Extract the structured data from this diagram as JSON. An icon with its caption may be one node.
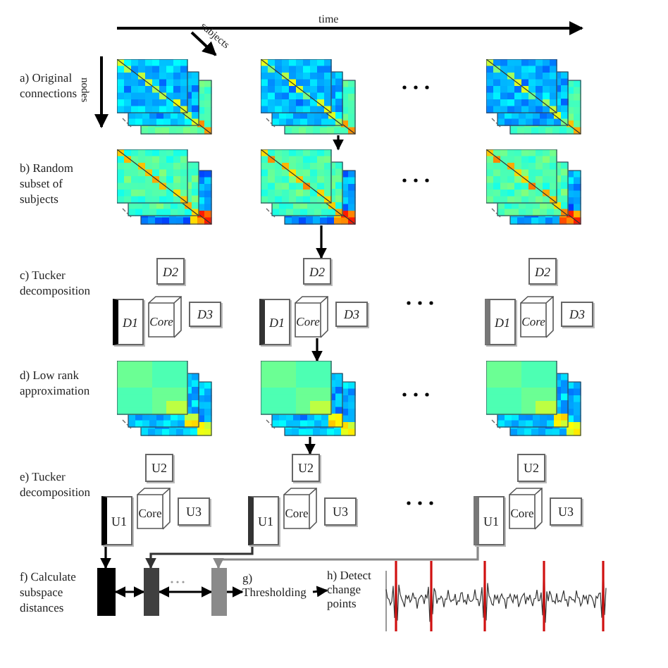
{
  "diagram": {
    "nodes": [
      {
        "text": [],
        "shape": "picture"
      },
      {
        "text": [],
        "shape": "picture"
      },
      {
        "text": [],
        "shape": "picture"
      },
      {
        "text": [],
        "shape": "picture"
      },
      {
        "text": [],
        "shape": "picture"
      },
      {
        "text": [],
        "shape": "picture"
      },
      {
        "text": [
          "D1"
        ]
      },
      {
        "text": [
          "D2"
        ]
      },
      {
        "text": [
          "Core"
        ]
      },
      {
        "text": [
          "D3"
        ]
      },
      {
        "text": [
          "D1"
        ]
      },
      {
        "text": [
          "D2"
        ]
      },
      {
        "text": [
          "Core"
        ]
      },
      {
        "text": [
          "D3"
        ]
      },
      {
        "text": [
          "D1"
        ]
      },
      {
        "text": [
          "D2"
        ]
      },
      {
        "text": [
          "Core"
        ]
      },
      {
        "text": [
          "D3"
        ]
      },
      {
        "text": [],
        "shape": "picture"
      },
      {
        "text": [],
        "shape": "picture"
      },
      {
        "text": [],
        "shape": "picture"
      },
      {
        "text": [
          "U1"
        ]
      },
      {
        "text": [
          "U2"
        ]
      },
      {
        "text": [
          "Core"
        ]
      },
      {
        "text": [
          "U3"
        ]
      },
      {
        "text": [
          "U1"
        ]
      },
      {
        "text": [
          "U2"
        ]
      },
      {
        "text": [
          "Core"
        ]
      },
      {
        "text": [
          "U3"
        ]
      },
      {
        "text": [
          "U1"
        ]
      },
      {
        "text": [
          "U2"
        ]
      },
      {
        "text": [
          "Core"
        ]
      },
      {
        "text": [
          "U3"
        ]
      },
      {
        "text": [],
        "shape": "bar"
      },
      {
        "text": [],
        "shape": "bar"
      },
      {
        "text": [],
        "shape": "bar"
      },
      {
        "text": [
          "g) Thresholding"
        ]
      },
      {
        "text": [
          "h) Detect change points"
        ]
      }
    ],
    "edges": [
      {
        "from": 1,
        "to": 4,
        "arrow": "to"
      },
      {
        "from": 4,
        "to": 11,
        "arrow": "to"
      },
      {
        "from": 12,
        "to": 19,
        "arrow": "to"
      },
      {
        "from": 19,
        "to": 26,
        "arrow": "to"
      },
      {
        "from": 21,
        "to": 33,
        "arrow": "to"
      },
      {
        "from": 25,
        "to": 34,
        "arrow": "to",
        "color": "#333333"
      },
      {
        "from": 29,
        "to": 35,
        "arrow": "to",
        "color": "#888888"
      },
      {
        "from": 33,
        "to": 34,
        "arrow": "both"
      },
      {
        "from": 34,
        "to": 35,
        "arrow": "both"
      },
      {
        "from": 35,
        "to": 36,
        "arrow": "to"
      },
      {
        "from": 36,
        "to": 37,
        "arrow": "to"
      }
    ],
    "labels": [
      "time",
      "subjects",
      "nodes",
      "a) Original connections",
      "b) Random subset of subjects",
      "c) Tucker decomposition",
      "d) Low rank approximation",
      "e) Tucker decomposition",
      "f) Calculate subspace distances"
    ]
  }
}
